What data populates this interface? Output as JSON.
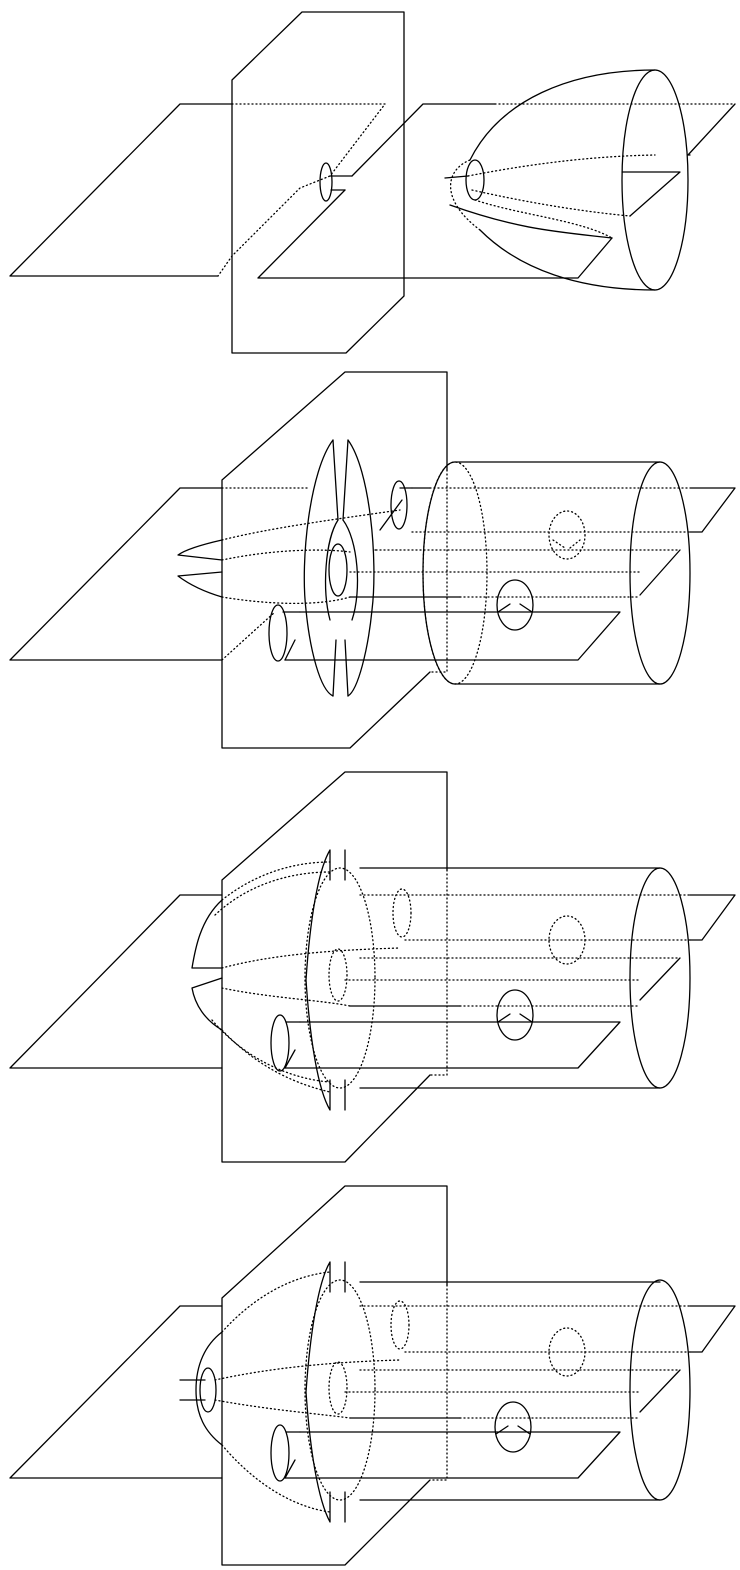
{
  "figure": {
    "panels": [
      {
        "id": "panel-1",
        "stage": 1,
        "cylinder": "paraboloid-cap"
      },
      {
        "id": "panel-2",
        "stage": 2,
        "cylinder": "open-cylinder"
      },
      {
        "id": "panel-3",
        "stage": 3,
        "cylinder": "open-cylinder"
      },
      {
        "id": "panel-4",
        "stage": 4,
        "cylinder": "open-cylinder"
      }
    ],
    "line_color": "#000000",
    "background": "#ffffff",
    "hidden_line_style": "dotted"
  }
}
